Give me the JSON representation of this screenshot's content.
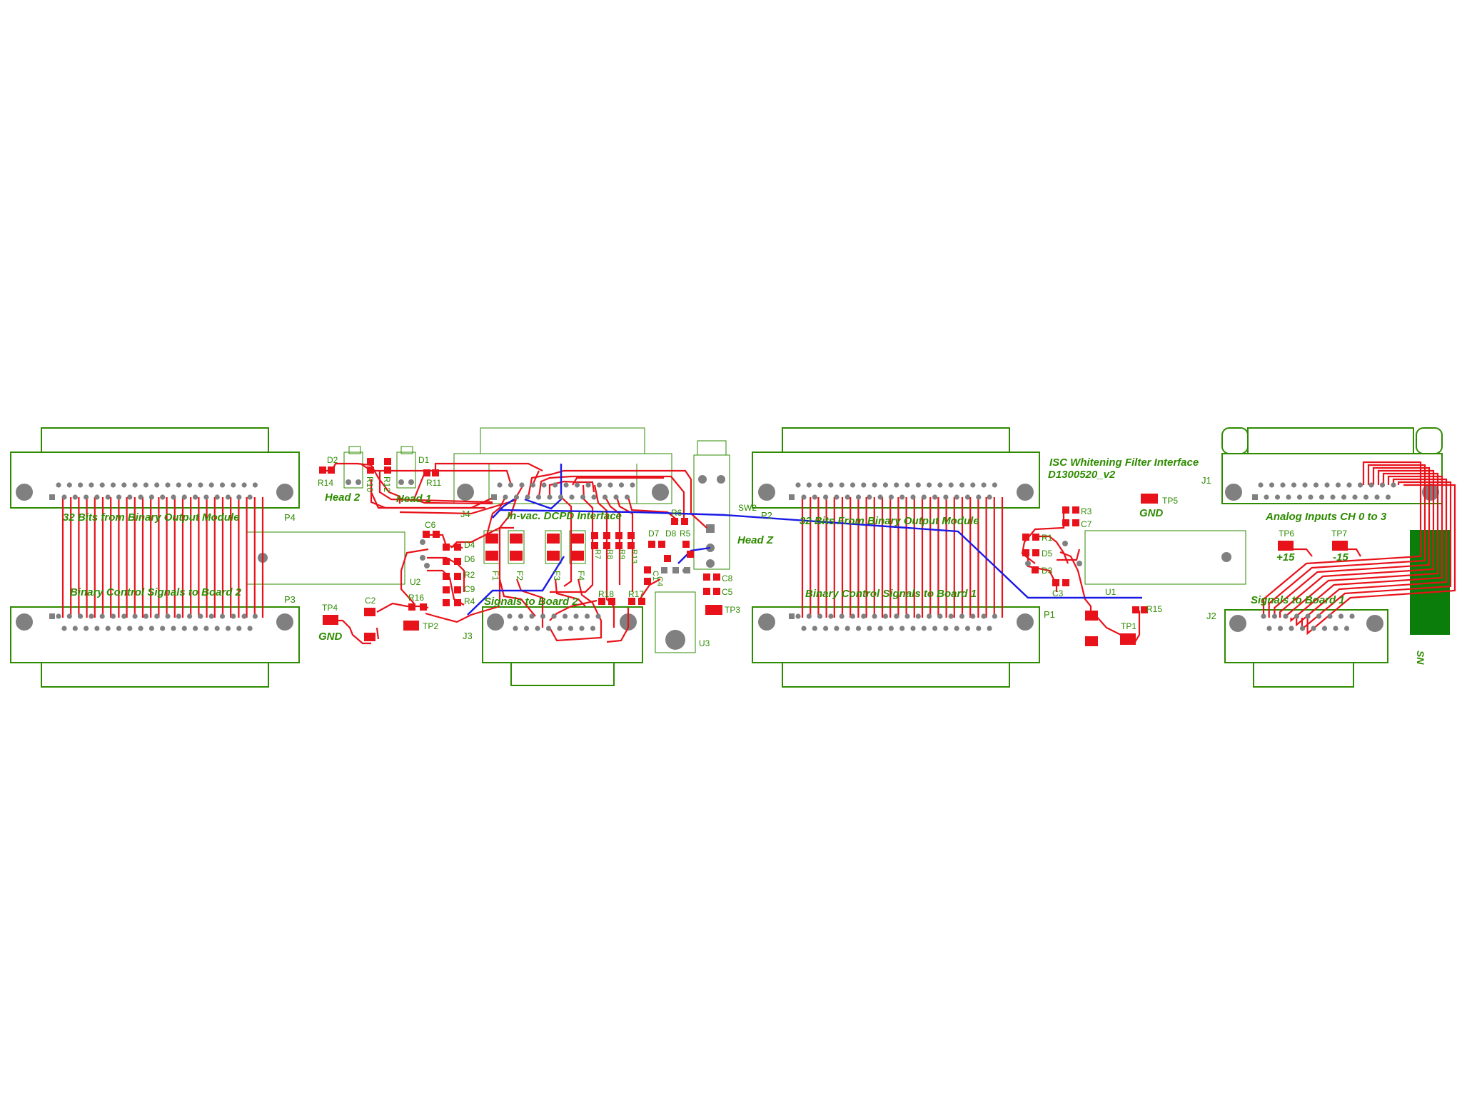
{
  "board": {
    "title": "ISC Whitening Filter Interface",
    "part_number": "D1300520_v2",
    "serial_block_label": "SN"
  },
  "connectors": {
    "p4": {
      "designator": "P4",
      "caption": "32 Bits from Binary Output Module"
    },
    "p3": {
      "designator": "P3",
      "caption": "Binary Control Signals to Board 2"
    },
    "p2": {
      "designator": "P2",
      "caption": "32 Bits From Binary Output Module"
    },
    "p1": {
      "designator": "P1",
      "caption": "Binary Control Signals to Board 1"
    },
    "j4": {
      "designator": "J4",
      "caption": "In-vac. DCPD Interface"
    },
    "j3": {
      "designator": "J3",
      "caption": "Signals to Board 2"
    },
    "j1": {
      "designator": "J1",
      "caption": "Analog Inputs CH 0 to 3"
    },
    "j2": {
      "designator": "J2",
      "caption": "Signals to Board 1"
    }
  },
  "heads": {
    "head1": "Head 1",
    "head2": "Head 2",
    "headz": "Head Z"
  },
  "testpoints": {
    "tp1": "TP1",
    "tp2": "TP2",
    "tp3": "TP3",
    "tp4": "TP4",
    "tp5": "TP5",
    "tp6": "TP6",
    "tp7": "TP7",
    "gnd_a": "GND",
    "gnd_b": "GND",
    "plus15": "+15",
    "minus15": "-15"
  },
  "refdes": {
    "d1": "D1",
    "d2": "D2",
    "d3": "D3",
    "d4": "D4",
    "d5": "D5",
    "d6": "D6",
    "d7": "D7",
    "d8": "D8",
    "r1": "R1",
    "r2": "R2",
    "r3": "R3",
    "r4": "R4",
    "r5": "R5",
    "r6": "R6",
    "r7": "R7",
    "r8": "R8",
    "r9": "R9",
    "r10": "R10",
    "r11": "R11",
    "r12": "R12",
    "r13": "R13",
    "r14": "R14",
    "r15": "R15",
    "r16": "R16",
    "r17": "R17",
    "r18": "R18",
    "c1": "C1",
    "c2": "C2",
    "c3": "C3",
    "c4": "C4",
    "c5": "C5",
    "c6": "C6",
    "c7": "C7",
    "c8": "C8",
    "c9": "C9",
    "f1": "F1",
    "f2": "F2",
    "f3": "F3",
    "f4": "F4",
    "u1": "U1",
    "u2": "U2",
    "u3": "U3",
    "sw2": "SW2"
  },
  "colors": {
    "silkscreen": "#2e8b00",
    "top_copper": "#e8121a",
    "bottom_copper": "#1a1ae6",
    "pad_hole": "#808080",
    "sn_block": "#0a7d0a"
  }
}
